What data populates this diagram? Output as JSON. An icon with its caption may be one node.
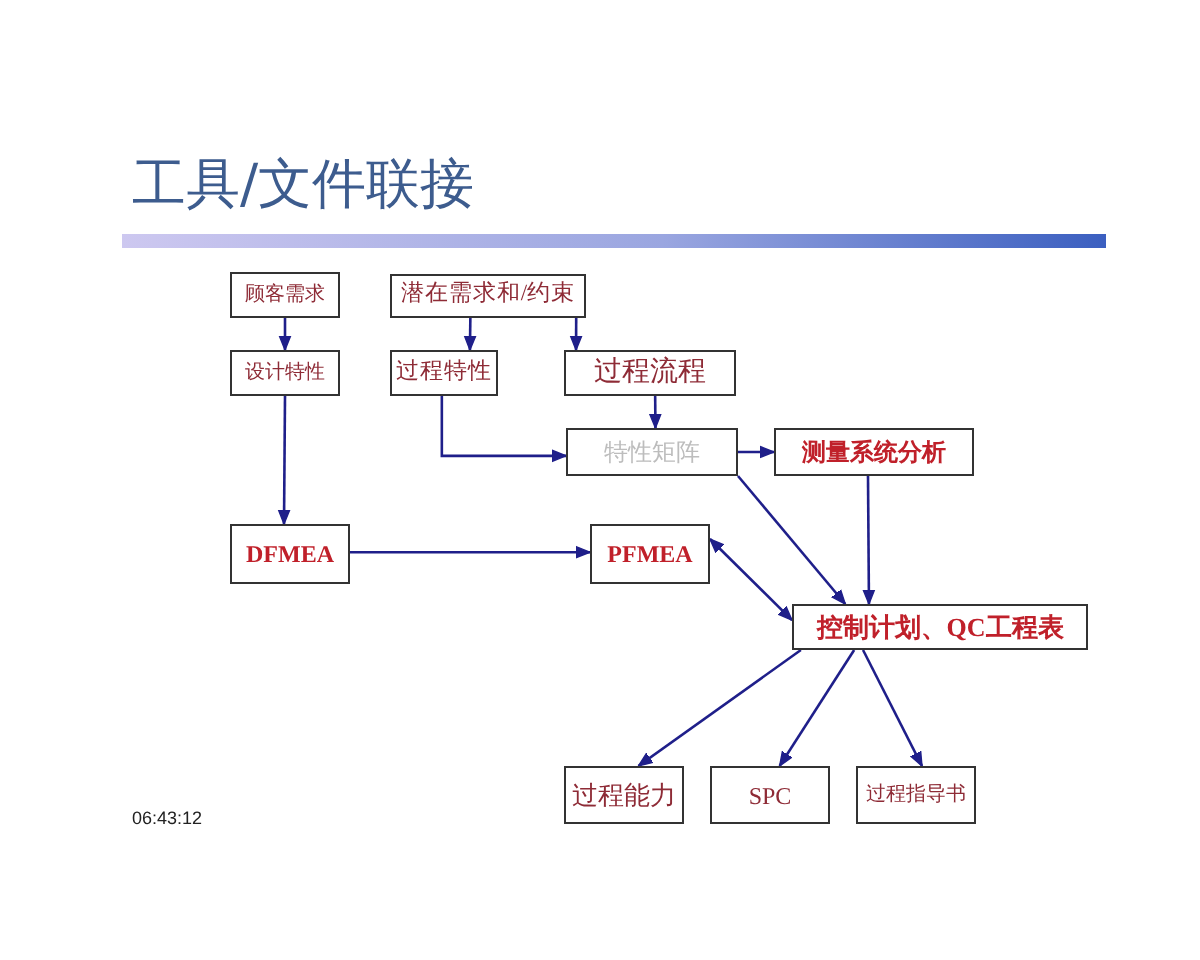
{
  "diagram": {
    "title": "工具/文件联接",
    "nodes": [
      {
        "text": [
          "顾客需求"
        ]
      },
      {
        "text": [
          "设计特性"
        ]
      },
      {
        "text": [
          "潜在需求和/约束"
        ]
      },
      {
        "text": [
          "过程特性"
        ]
      },
      {
        "text": [
          "过程流程"
        ]
      },
      {
        "text": [
          "特性矩阵"
        ]
      },
      {
        "text": [
          "测量系统分析"
        ]
      },
      {
        "text": [
          "DFMEA"
        ]
      },
      {
        "text": [
          "PFMEA"
        ]
      },
      {
        "text": [
          "控制计划、QC工程表"
        ]
      },
      {
        "text": [
          "过程能力"
        ]
      },
      {
        "text": [
          "SPC"
        ]
      },
      {
        "text": [
          "过程指导书"
        ]
      }
    ],
    "edges": [
      {
        "from": 0,
        "to": 1,
        "arrow": "to"
      },
      {
        "from": 2,
        "to": 3,
        "arrow": "to"
      },
      {
        "from": 2,
        "to": 4,
        "arrow": "to"
      },
      {
        "from": 4,
        "to": 5,
        "arrow": "to"
      },
      {
        "from": 3,
        "to": 5,
        "arrow": "to"
      },
      {
        "from": 5,
        "to": 6,
        "arrow": "to"
      },
      {
        "from": 1,
        "to": 7,
        "arrow": "to"
      },
      {
        "from": 7,
        "to": 8,
        "arrow": "to"
      },
      {
        "from": 5,
        "to": 9,
        "arrow": "to"
      },
      {
        "from": 6,
        "to": 9,
        "arrow": "to"
      },
      {
        "from": 8,
        "to": 9,
        "arrow": "both"
      },
      {
        "from": 9,
        "to": 10,
        "arrow": "to"
      },
      {
        "from": 9,
        "to": 11,
        "arrow": "to"
      },
      {
        "from": 9,
        "to": 12,
        "arrow": "to"
      }
    ],
    "labels": [
      "06:43:12"
    ]
  }
}
